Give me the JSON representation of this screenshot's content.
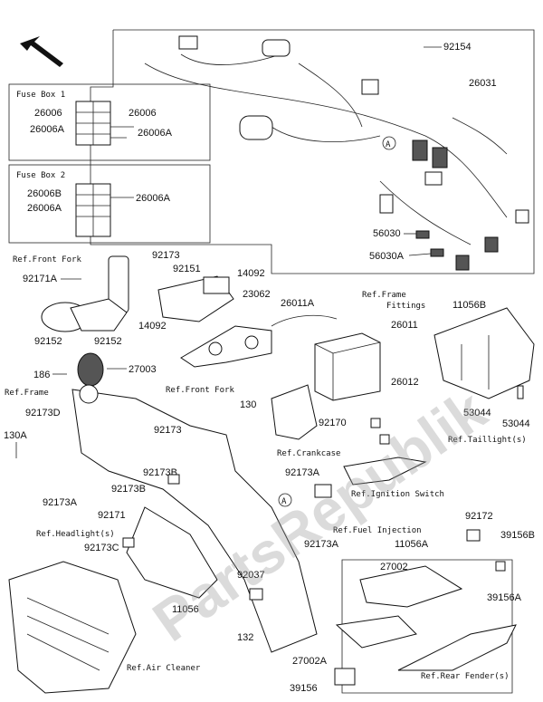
{
  "labels": {
    "l92154": "92154",
    "l26031": "26031",
    "l26006_a": "26006",
    "l26006_b": "26006",
    "l26006A_a": "26006A",
    "l26006A_b": "26006A",
    "l26006B": "26006B",
    "l26006A_c": "26006A",
    "l26006A_d": "26006A",
    "l56030": "56030",
    "l56030A": "56030A",
    "l92171A": "92171A",
    "l92173_top": "92173",
    "l92151": "92151",
    "l14092_a": "14092",
    "l23062": "23062",
    "l14092_b": "14092",
    "l26011A": "26011A",
    "l11056B": "11056B",
    "l92152_a": "92152",
    "l92152_b": "92152",
    "l26011": "26011",
    "l186": "186",
    "l27003": "27003",
    "l26012": "26012",
    "l130": "130",
    "l92173D": "92173D",
    "l53044_a": "53044",
    "l53044_b": "53044",
    "l130A": "130A",
    "l92173_mid": "92173",
    "l92170": "92170",
    "l92173B_a": "92173B",
    "l92173B_b": "92173B",
    "l92173A_a": "92173A",
    "l92173A_b": "92173A",
    "l92171": "92171",
    "l92173C": "92173C",
    "l92173A_c": "92173A",
    "l92172": "92172",
    "l39156B": "39156B",
    "l11056A": "11056A",
    "l27002": "27002",
    "l39156A": "39156A",
    "l11056": "11056",
    "l92037": "92037",
    "l132": "132",
    "l27002A": "27002A",
    "l39156": "39156"
  },
  "refs": {
    "r_front_fork_top": "Ref.Front Fork",
    "r_frame_fittings_1": "Ref.Frame",
    "r_frame_fittings_2": "Fittings",
    "r_frame": "Ref.Frame",
    "r_front_fork_mid": "Ref.Front Fork",
    "r_crankcase": "Ref.Crankcase",
    "r_taillight": "Ref.Taillight(s)",
    "r_ignition": "Ref.Ignition Switch",
    "r_headlight": "Ref.Headlight(s)",
    "r_fuel_injection": "Ref.Fuel Injection",
    "r_air_cleaner": "Ref.Air Cleaner",
    "r_rear_fender": "Ref.Rear Fender(s)"
  },
  "fuse_boxes": {
    "box1_title": "Fuse Box 1",
    "box2_title": "Fuse Box 2"
  },
  "markers": {
    "circle_a_top": "A",
    "circle_a_bottom": "A"
  },
  "watermark": "PartsRepublik"
}
